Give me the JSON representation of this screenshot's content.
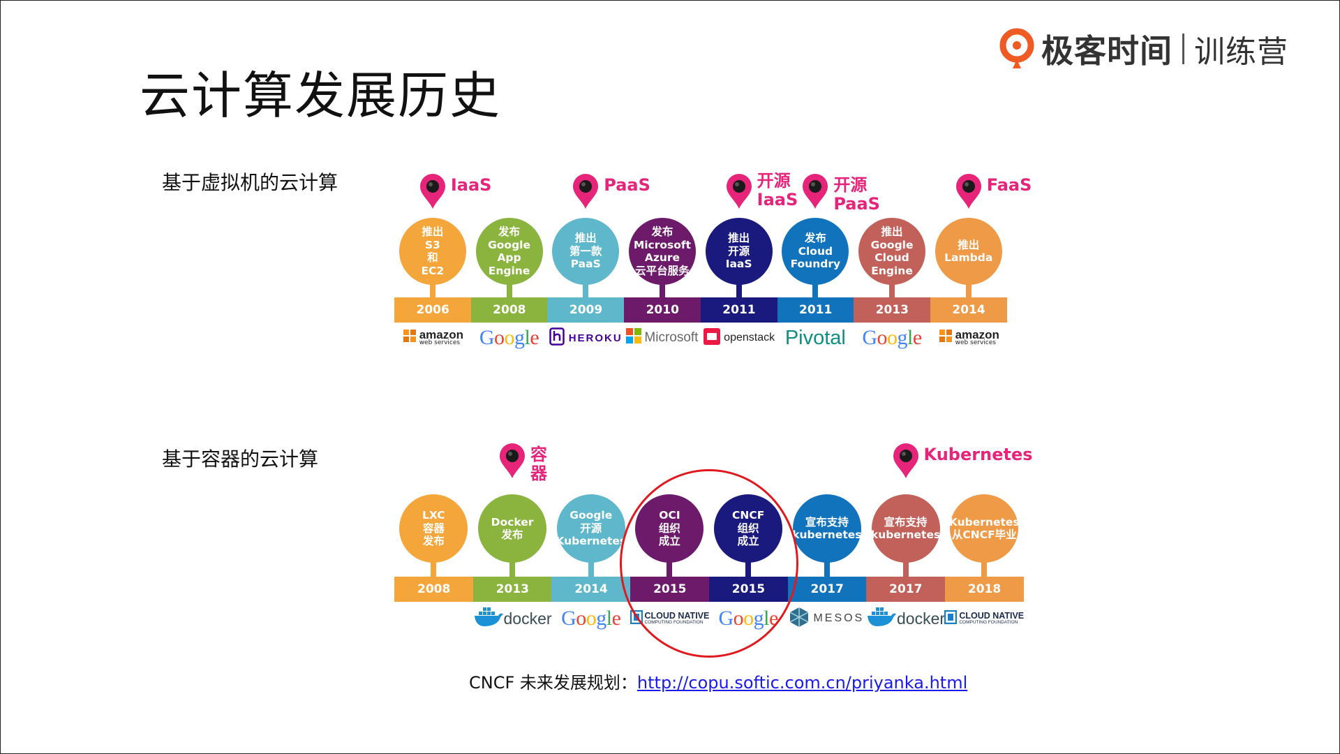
{
  "brand": {
    "name": "极客时间",
    "sub": "训练营"
  },
  "page_title": "云计算发展历史",
  "colors": {
    "pin": "#e5247a",
    "ring": "#e0191f",
    "link": "#1a1aee"
  },
  "sections": [
    {
      "label": "基于虚拟机的云计算",
      "pins": [
        {
          "label": "IaaS",
          "slot": 0
        },
        {
          "label": "PaaS",
          "slot": 2
        },
        {
          "label": "开源\nIaaS",
          "slot": 4
        },
        {
          "label": "开源 PaaS",
          "slot": 5
        },
        {
          "label": "FaaS",
          "slot": 7
        }
      ],
      "items": [
        {
          "text": "推出\nS3\n和\nEC2",
          "year": "2006",
          "color": "#f4a63a",
          "logo": "amazon"
        },
        {
          "text": "发布\nGoogle\nApp\nEngine",
          "year": "2008",
          "color": "#8ab43e",
          "logo": "google"
        },
        {
          "text": "推出\n第一款\nPaaS",
          "year": "2009",
          "color": "#5fb7cc",
          "logo": "heroku"
        },
        {
          "text": "发布\nMicrosoft\nAzure\n云平台服务",
          "year": "2010",
          "color": "#6d1a6b",
          "logo": "microsoft"
        },
        {
          "text": "推出\n开源\nIaaS",
          "year": "2011",
          "color": "#1a1a7e",
          "logo": "openstack"
        },
        {
          "text": "发布\nCloud\nFoundry",
          "year": "2011",
          "color": "#1173bc",
          "logo": "pivotal"
        },
        {
          "text": "推出\nGoogle\nCloud\nEngine",
          "year": "2013",
          "color": "#c2605a",
          "logo": "google"
        },
        {
          "text": "推出\nLambda",
          "year": "2014",
          "color": "#ee9a46",
          "logo": "amazon"
        }
      ]
    },
    {
      "label": "基于容器的云计算",
      "pins": [
        {
          "label": "容器",
          "slot": 1
        },
        {
          "label": "Kubernetes",
          "slot": 6
        }
      ],
      "items": [
        {
          "text": "LXC\n容器\n发布",
          "year": "2008",
          "color": "#f4a63a",
          "logo": ""
        },
        {
          "text": "Docker\n发布",
          "year": "2013",
          "color": "#8ab43e",
          "logo": "docker"
        },
        {
          "text": "Google\n开源\nKubernetes",
          "year": "2014",
          "color": "#5fb7cc",
          "logo": "google"
        },
        {
          "text": "OCI\n组织\n成立",
          "year": "2015",
          "color": "#6d1a6b",
          "logo": "cncf"
        },
        {
          "text": "CNCF\n组织\n成立",
          "year": "2015",
          "color": "#1a1a7e",
          "logo": "google"
        },
        {
          "text": "宣布支持\nkubernetes",
          "year": "2017",
          "color": "#1173bc",
          "logo": "mesos"
        },
        {
          "text": "宣布支持\nkubernetes",
          "year": "2017",
          "color": "#c2605a",
          "logo": "docker"
        },
        {
          "text": "Kubernetes\n从CNCF毕业",
          "year": "2018",
          "color": "#ee9a46",
          "logo": "cncf"
        }
      ]
    }
  ],
  "logos": {
    "amazon": {
      "main": "amazon",
      "sub": "web services"
    },
    "google": {
      "text": "Google"
    },
    "heroku": {
      "text": "HEROKU"
    },
    "microsoft": {
      "text": "Microsoft"
    },
    "openstack": {
      "text": "openstack"
    },
    "pivotal": {
      "text": "Pivotal"
    },
    "docker": {
      "text": "docker"
    },
    "cncf": {
      "main": "CLOUD NATIVE",
      "sub": "COMPUTING FOUNDATION"
    },
    "mesos": {
      "text": "MESOS"
    }
  },
  "footer": {
    "label": "CNCF 未来发展规划：",
    "link_text": "http://copu.softic.com.cn/priyanka.html"
  }
}
